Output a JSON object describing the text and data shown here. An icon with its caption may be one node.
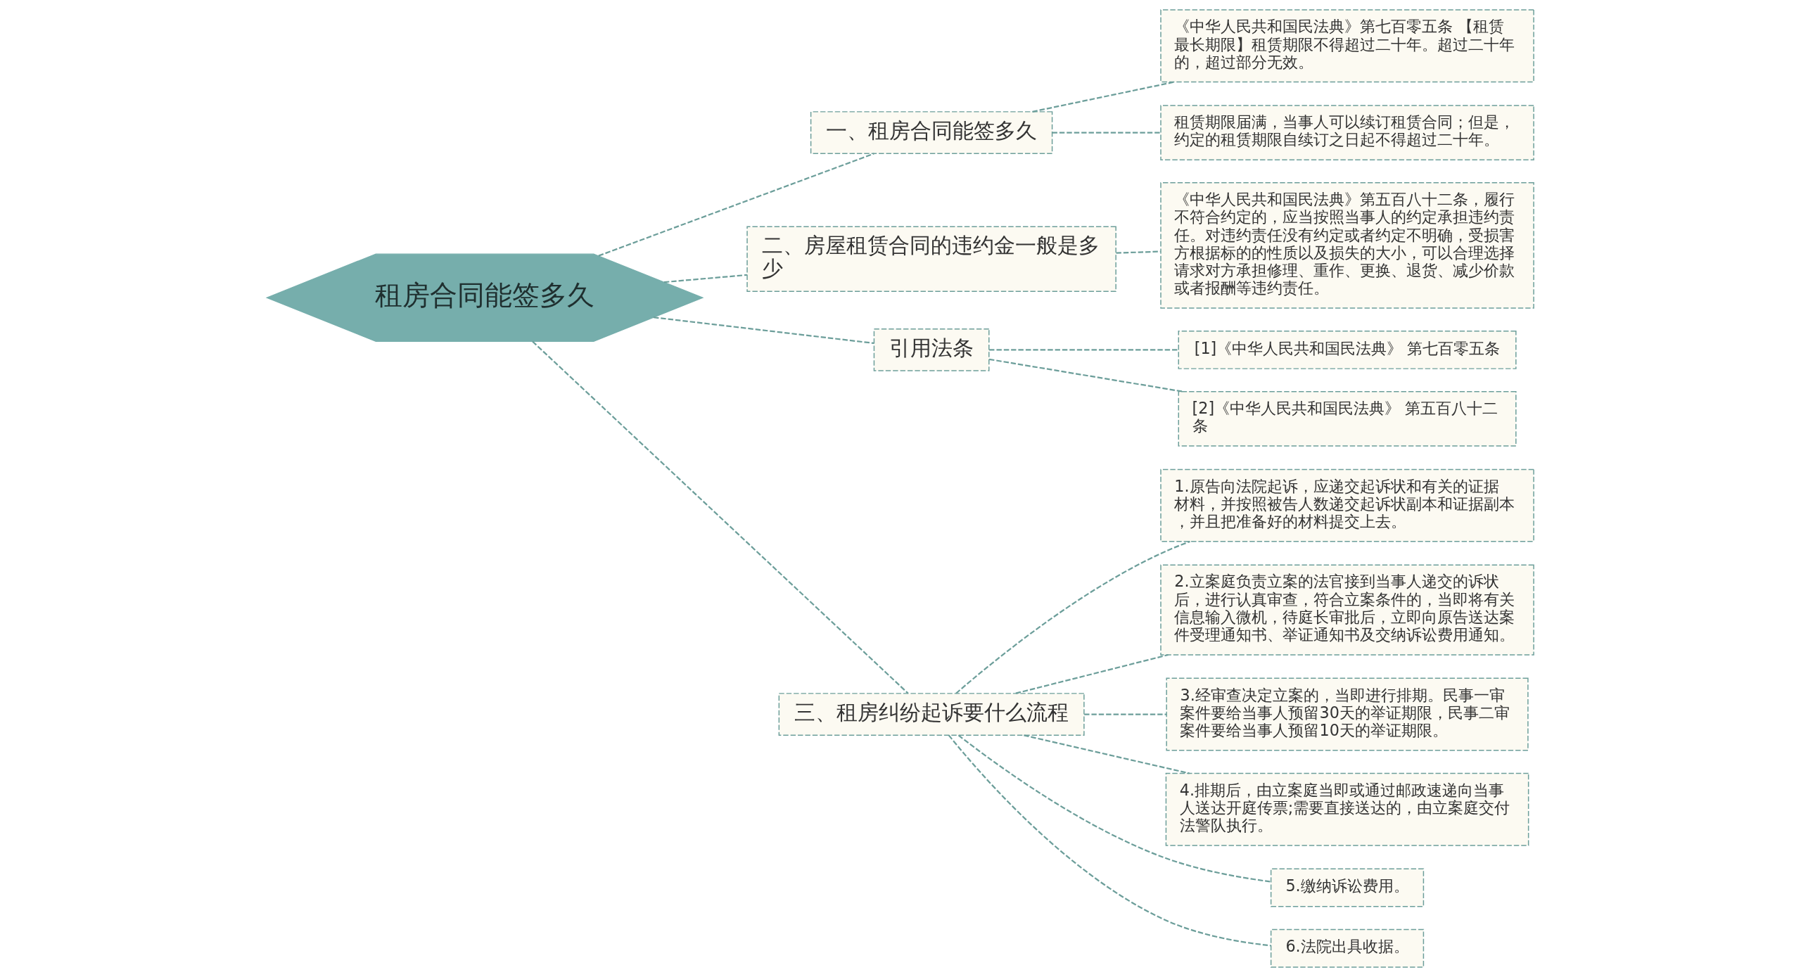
{
  "diagram": {
    "nodes": [
      {
        "text": [
          "租房合同能签多久"
        ]
      },
      {
        "text": [
          "一、租房合同能签多久"
        ]
      },
      {
        "text": [
          "《中华人民共和国民法典》第七百零五条 【租赁最长期限】租赁期限不得超过二十年。超过二十年的，超过部分无效。"
        ]
      },
      {
        "text": [
          "租赁期限届满，当事人可以续订租赁合同；但是，约定的租赁期限自续订之日起不得超过二十年。"
        ]
      },
      {
        "text": [
          "二、房屋租赁合同的违约金一般是多少"
        ]
      },
      {
        "text": [
          "《中华人民共和国民法典》第五百八十二条，履行不符合约定的，应当按照当事人的约定承担违约责任。对违约责任没有约定或者约定不明确，受损害方根据标的的性质以及损失的大小，可以合理选择请求对方承担修理、重作、更换、退货、减少价款或者报酬等违约责任。"
        ]
      },
      {
        "text": [
          "引用法条"
        ]
      },
      {
        "text": [
          "[1]《中华人民共和国民法典》 第七百零五条"
        ]
      },
      {
        "text": [
          "[2]《中华人民共和国民法典》 第五百八十二条"
        ]
      },
      {
        "text": [
          "三、租房纠纷起诉要什么流程"
        ]
      },
      {
        "text": [
          "1.原告向法院起诉，应递交起诉状和有关的证据材料，并按照被告人数递交起诉状副本和证据副本，并且把准备好的材料提交上去。"
        ]
      },
      {
        "text": [
          "2.立案庭负责立案的法官接到当事人递交的诉状后，进行认真审查，符合立案条件的，当即将有关信息输入微机，待庭长审批后，立即向原告送达案件受理通知书、举证通知书及交纳诉讼费用通知。"
        ]
      },
      {
        "text": [
          "3.经审查决定立案的，当即进行排期。民事一审案件要给当事人预留30天的举证期限，民事二审案件要给当事人预留10天的举证期限。"
        ]
      },
      {
        "text": [
          "4.排期后，由立案庭当即或通过邮政速递向当事人送达开庭传票;需要直接送达的，由立案庭交付法警队执行。"
        ]
      },
      {
        "text": [
          "5.缴纳诉讼费用。"
        ]
      },
      {
        "text": [
          "6.法院出具收据。"
        ]
      }
    ],
    "edges": [
      {
        "from": 0,
        "to": 1,
        "arrow": "none"
      },
      {
        "from": 1,
        "to": 2,
        "arrow": "none"
      },
      {
        "from": 1,
        "to": 3,
        "arrow": "none"
      },
      {
        "from": 0,
        "to": 4,
        "arrow": "none"
      },
      {
        "from": 4,
        "to": 5,
        "arrow": "none"
      },
      {
        "from": 0,
        "to": 6,
        "arrow": "none"
      },
      {
        "from": 6,
        "to": 7,
        "arrow": "none"
      },
      {
        "from": 6,
        "to": 8,
        "arrow": "none"
      },
      {
        "from": 0,
        "to": 9,
        "arrow": "none"
      },
      {
        "from": 9,
        "to": 10,
        "arrow": "none"
      },
      {
        "from": 9,
        "to": 11,
        "arrow": "none"
      },
      {
        "from": 9,
        "to": 12,
        "arrow": "none"
      },
      {
        "from": 9,
        "to": 13,
        "arrow": "none"
      },
      {
        "from": 9,
        "to": 14,
        "arrow": "none"
      },
      {
        "from": 9,
        "to": 15,
        "arrow": "none"
      }
    ]
  }
}
